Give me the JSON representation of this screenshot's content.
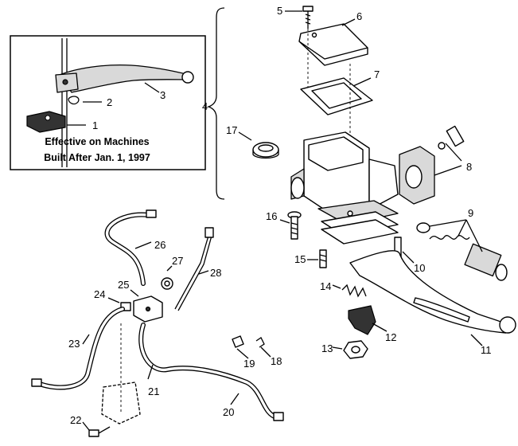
{
  "inset_note": {
    "line1": "Effective on Machines",
    "line2": "Built After Jan. 1, 1997"
  },
  "callouts": [
    {
      "id": "c1",
      "text": "1"
    },
    {
      "id": "c2",
      "text": "2"
    },
    {
      "id": "c3",
      "text": "3"
    },
    {
      "id": "c4",
      "text": "4"
    },
    {
      "id": "c5",
      "text": "5"
    },
    {
      "id": "c6",
      "text": "6"
    },
    {
      "id": "c7",
      "text": "7"
    },
    {
      "id": "c8",
      "text": "8"
    },
    {
      "id": "c9",
      "text": "9"
    },
    {
      "id": "c10",
      "text": "10"
    },
    {
      "id": "c11",
      "text": "11"
    },
    {
      "id": "c12",
      "text": "12"
    },
    {
      "id": "c13",
      "text": "13"
    },
    {
      "id": "c14",
      "text": "14"
    },
    {
      "id": "c15",
      "text": "15"
    },
    {
      "id": "c16",
      "text": "16"
    },
    {
      "id": "c17",
      "text": "17"
    },
    {
      "id": "c18",
      "text": "18"
    },
    {
      "id": "c19",
      "text": "19"
    },
    {
      "id": "c20",
      "text": "20"
    },
    {
      "id": "c21",
      "text": "21"
    },
    {
      "id": "c22",
      "text": "22"
    },
    {
      "id": "c23",
      "text": "23"
    },
    {
      "id": "c24",
      "text": "24"
    },
    {
      "id": "c25",
      "text": "25"
    },
    {
      "id": "c26",
      "text": "26"
    },
    {
      "id": "c27",
      "text": "27"
    },
    {
      "id": "c28",
      "text": "28"
    }
  ]
}
